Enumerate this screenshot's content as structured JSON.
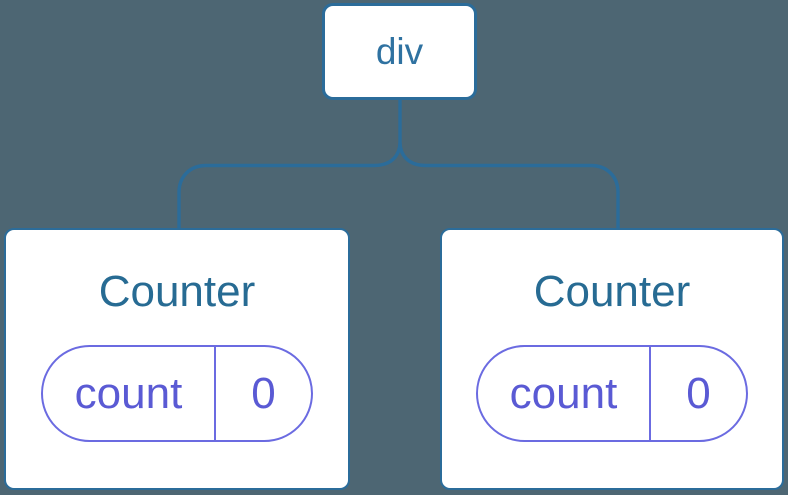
{
  "diagram": {
    "description": "component tree: div root with two Counter children holding state",
    "root": {
      "label": "div"
    },
    "children": [
      {
        "title": "Counter",
        "state": {
          "key": "count",
          "value": "0"
        }
      },
      {
        "title": "Counter",
        "state": {
          "key": "count",
          "value": "0"
        }
      }
    ]
  },
  "colors": {
    "background": "#4d6673",
    "card_background": "#ffffff",
    "tree_line": "#2b6c9a",
    "node_border": "#2b6c9a",
    "root_label_text": "#2f72a1",
    "counter_title_text": "#276b93",
    "state_pill_border": "#6b6be1",
    "state_pill_text": "#5a5ad4"
  }
}
